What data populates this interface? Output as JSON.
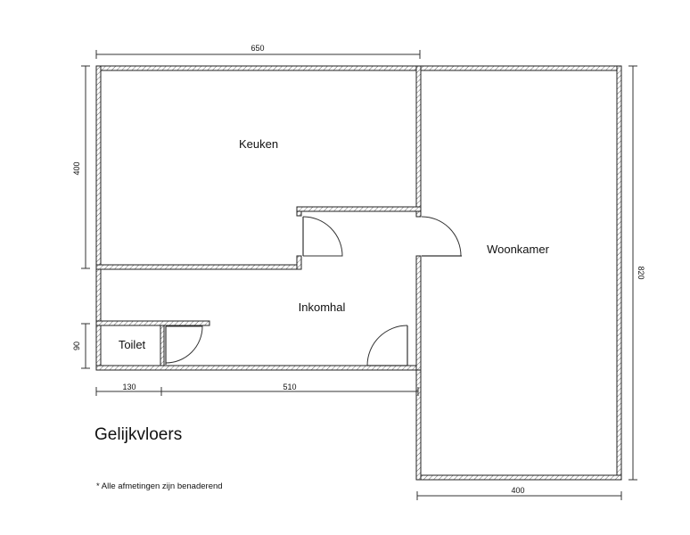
{
  "plan": {
    "title": "Gelijkvloers",
    "note": "* Alle afmetingen zijn benaderend"
  },
  "rooms": {
    "keuken": "Keuken",
    "woonkamer": "Woonkamer",
    "inkomhal": "Inkomhal",
    "toilet": "Toilet"
  },
  "dimensions": {
    "top_width": "650",
    "left_height": "400",
    "right_height": "820",
    "toilet_height": "90",
    "toilet_width": "130",
    "hall_width": "510",
    "living_width": "400"
  }
}
